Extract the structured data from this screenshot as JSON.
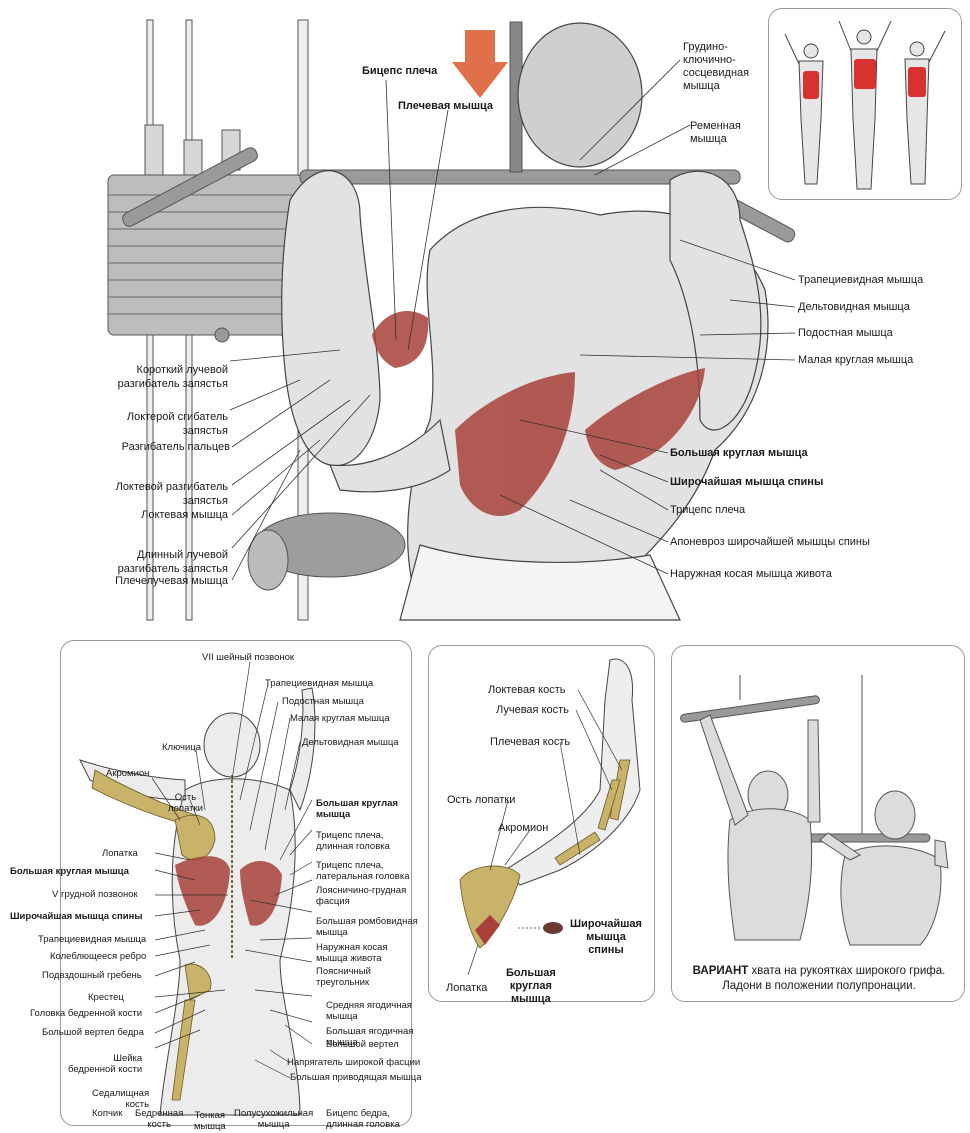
{
  "main": {
    "labels": {
      "biceps": "Бицепс плеча",
      "brachialis": "Плечевая мышца",
      "scm": "Грудино-\nключично-\nсосцевидная\nмышца",
      "splenius": "Ременная\nмышца",
      "trapezius": "Трапециевидная мышца",
      "deltoid": "Дельтовидная мышца",
      "infraspinatus": "Подостная мышца",
      "teres_minor": "Малая круглая мышца",
      "teres_major": "Большая круглая мышца",
      "latissimus": "Широчайшая мышца спины",
      "triceps": "Трицепс плеча",
      "aponeurosis": "Апоневроз широчайшей мышцы спины",
      "ext_oblique": "Наружная косая мышца живота",
      "ecrb": "Короткий лучевой\nразгибатель запястья",
      "fcu": "Локтерой сгибатель\nзапястья",
      "ed": "Разгибатель пальцев",
      "ecu": "Локтевой разгибатель\nзапястья",
      "anconeus": "Локтевая мышца",
      "ecrl": "Длинный лучевой\nразгибатель запястья",
      "brachioradialis": "Плечелучевая мышца"
    }
  },
  "skeleton_panel": {
    "labels": {
      "c7": "VII шейный позвонок",
      "trap": "Трапециевидная мышца",
      "infra": "Подостная мышца",
      "teres_min": "Малая круглая мышца",
      "delt": "Дельтовидная мышца",
      "clavicle": "Ключица",
      "acromion": "Акромион",
      "spine_scap": "Ость\nлопатки",
      "teres_maj": "Большая круглая\nмышца",
      "tri_long": "Трицепс плеча,\nдлинная головка",
      "tri_lat": "Трицепс плеча,\nлатеральная головка",
      "tlf": "Лоясничино-грудная\nфасция",
      "scapula": "Лопатка",
      "teres_maj_l": "Большая круглая мышца",
      "t5": "V грудной позвонок",
      "lat_l": "Широчайшая мышца спины",
      "rhomboid": "Большая ромбовидная\nмышца",
      "ext_obl": "Наружная косая\nмышца живота",
      "lumbar_tri": "Поясничный\nтреугольник",
      "trap_l": "Трапециевидная мышца",
      "floating_rib": "Колеблющееся ребро",
      "iliac_crest": "Подвздошный гребень",
      "glut_med": "Средняя ягодичная\nмышца",
      "sacrum": "Крестец",
      "femur_head": "Головка бедренной кости",
      "glut_max": "Большая ягодичная\nмышца",
      "greater_troch_l": "Большой вертел бедра",
      "greater_troch": "Большой вертел",
      "femur_neck": "Шейка\nбедренной кости",
      "tfl": "Напрягатель широкой фасции",
      "adductor": "Большая приводящая мышца",
      "ischium": "Седалищная\nкость",
      "coccyx": "Копчик",
      "femur": "Бедренная\nкость",
      "gracilis": "Тонкая\nмышца",
      "semitend": "Полусухожильная\nмышца",
      "biceps_fem": "Бицепс бедра,\nдлинная головка"
    }
  },
  "arm_panel": {
    "labels": {
      "ulna": "Локтевая кость",
      "radius": "Лучевая кость",
      "humerus": "Плечевая кость",
      "spine_scap": "Ость лопатки",
      "acromion": "Акромион",
      "scapula": "Лопатка",
      "lat": "Широчайшая\nмышца\nспины",
      "teres_maj": "Большая\nкруглая\nмышца"
    }
  },
  "variant_panel": {
    "caption_bold": "ВАРИАНТ",
    "caption_rest": " хвата на рукоятках широкого грифа.",
    "caption_line2": "Ладони в положении полупронации."
  },
  "colors": {
    "muscle_highlight": "#a8413a",
    "panel_border": "#9a9a9a",
    "arrow": "#e0704a",
    "inset_highlight": "#d93030"
  }
}
